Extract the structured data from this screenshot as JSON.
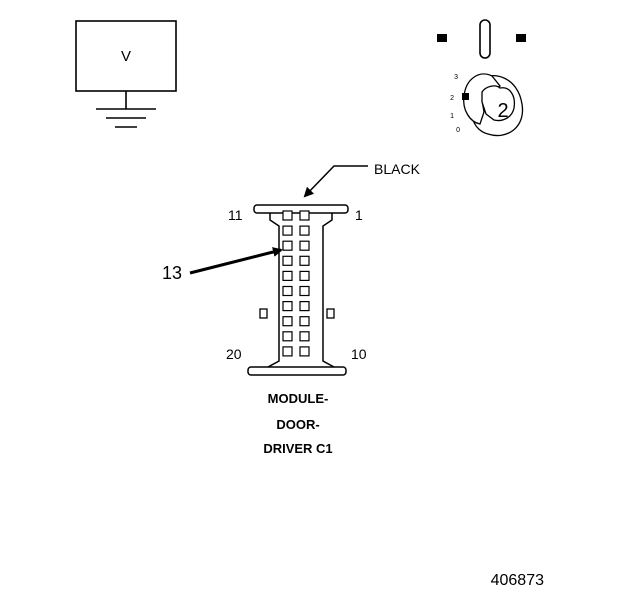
{
  "voltmeter": {
    "symbol": "V",
    "icon": "voltmeter-ground-icon"
  },
  "meter_selector": {
    "icon": "meter-range-selector-icon",
    "scale_marks": [
      "3",
      "2",
      "1",
      "0"
    ],
    "selected_position": "2"
  },
  "connector": {
    "wire_color_label": "BLACK",
    "pin_labels": {
      "top_left": "11",
      "top_right": "1",
      "bottom_left": "20",
      "bottom_right": "10"
    },
    "callout_pin": "13",
    "name_lines": [
      "MODULE-",
      "DOOR-",
      "DRIVER C1"
    ]
  },
  "figure_number": "406873"
}
